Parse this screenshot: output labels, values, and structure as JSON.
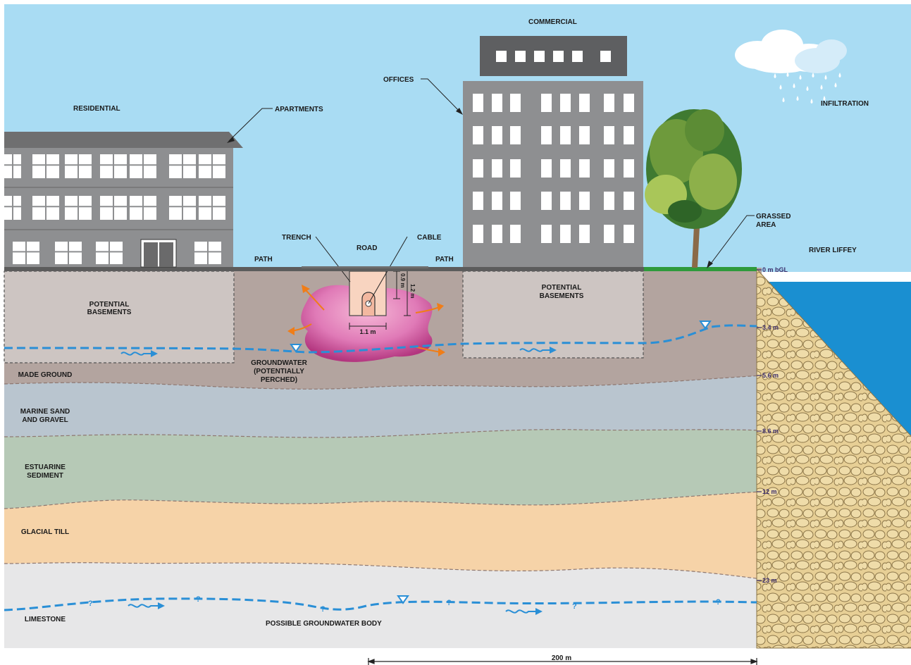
{
  "labels": {
    "residential": "RESIDENTIAL",
    "apartments": "APARTMENTS",
    "commercial": "COMMERCIAL",
    "offices": "OFFICES",
    "infiltration": "INFILTRATION",
    "grassed_area_1": "GRASSED",
    "grassed_area_2": "AREA",
    "river": "RIVER LIFFEY",
    "trench": "TRENCH",
    "road": "ROAD",
    "cable": "CABLE",
    "path_left": "PATH",
    "path_right": "PATH",
    "basements_left_1": "POTENTIAL",
    "basements_left_2": "BASEMENTS",
    "basements_right_1": "POTENTIAL",
    "basements_right_2": "BASEMENTS",
    "groundwater_1": "GROUNDWATER",
    "groundwater_2": "(POTENTIALLY",
    "groundwater_3": "PERCHED)",
    "possible_groundwater": "POSSIBLE GROUNDWATER BODY",
    "trench_depth_inner": "0.9 m",
    "trench_depth_outer": "1.2 m",
    "trench_width": "1.1 m",
    "scale_bar": "200 m"
  },
  "layers": [
    {
      "name_1": "MADE GROUND",
      "name_2": ""
    },
    {
      "name_1": "MARINE SAND",
      "name_2": "AND GRAVEL"
    },
    {
      "name_1": "ESTUARINE",
      "name_2": "SEDIMENT"
    },
    {
      "name_1": "GLACIAL TILL",
      "name_2": ""
    },
    {
      "name_1": "LIMESTONE",
      "name_2": ""
    }
  ],
  "depths": [
    "0 m bGL",
    "3.4 m",
    "5.6 m",
    "8.6 m",
    "12 m",
    "23 m"
  ],
  "unknown_marker": "?",
  "colors": {
    "sky": "#a9dcf3",
    "building": "#8e8f91",
    "made_ground": "#b3a49f",
    "marine_sand": "#b9c5cf",
    "estuarine": "#b6c9b6",
    "glacial_till": "#f6d3a8",
    "limestone": "#e7e7e8",
    "water_table": "#2a8fd6",
    "contamination": "#d96aa8",
    "grass": "#2f9a3c",
    "river": "#1a8fd1"
  }
}
